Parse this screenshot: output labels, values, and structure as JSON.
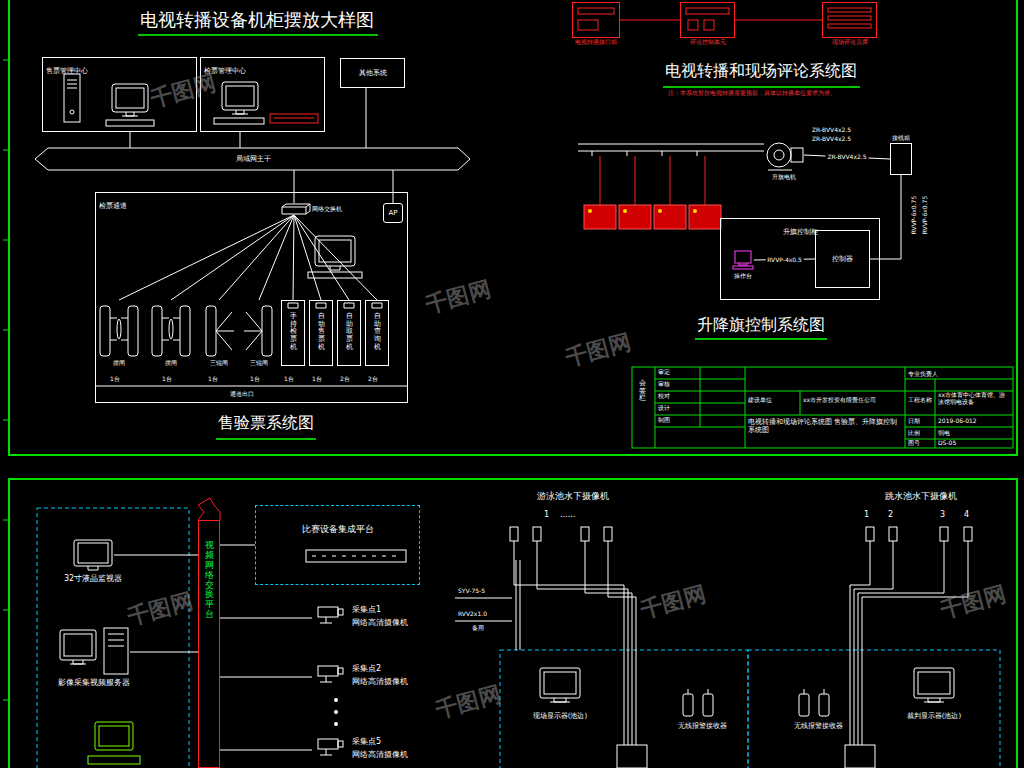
{
  "diagram": {
    "title": "电视转播设备机柜摆放大样图",
    "nodes": [
      {
        "text": [
          "售票管理中心"
        ]
      },
      {
        "text": [
          "检票管理中心"
        ]
      },
      {
        "text": [
          "其他系统"
        ]
      },
      {
        "text": [
          "局域网主干"
        ]
      },
      {
        "text": [
          "检票通道"
        ]
      },
      {
        "text": [
          "网络交换机"
        ],
        "in": 4
      },
      {
        "text": [
          "AP"
        ],
        "in": 4
      },
      {
        "text": [
          "摆闸"
        ],
        "in": 4
      },
      {
        "text": [
          "摆闸"
        ],
        "in": 4
      },
      {
        "text": [
          "三辊闸"
        ],
        "in": 4
      },
      {
        "text": [
          "三辊闸"
        ],
        "in": 4
      },
      {
        "text": [
          "手持检票机"
        ],
        "in": 4
      },
      {
        "text": [
          "自动售票机"
        ],
        "in": 4
      },
      {
        "text": [
          "自助取票机"
        ],
        "in": 4
      },
      {
        "text": [
          "自助查询机"
        ],
        "in": 4
      },
      {
        "text": [
          "电视转播接口箱"
        ]
      },
      {
        "text": [
          "评论控制单元"
        ]
      },
      {
        "text": [
          "现场评论员席"
        ]
      },
      {
        "text": [
          "升旗电机"
        ]
      },
      {
        "text": [
          "接线箱"
        ]
      },
      {
        "text": [
          "升旗控制柜"
        ]
      },
      {
        "text": [
          "控制器"
        ],
        "in": 20
      },
      {
        "text": [
          "操作台"
        ],
        "in": 20
      },
      {
        "text": [
          "32寸液晶监视器"
        ]
      },
      {
        "text": [
          "影像采集视频服务器"
        ]
      },
      {
        "text": [
          "视频网络交换平台"
        ]
      },
      {
        "text": [
          "比赛设备集成平台"
        ]
      },
      {
        "text": [
          "采集点1",
          "网络高清摄像机"
        ]
      },
      {
        "text": [
          "采集点2",
          "网络高清摄像机"
        ]
      },
      {
        "text": [
          "采集点5",
          "网络高清摄像机"
        ]
      },
      {
        "text": [
          "现场显示器(池边)"
        ]
      },
      {
        "text": [
          "无线报警接收器"
        ]
      },
      {
        "text": [
          "无线报警接收器"
        ]
      },
      {
        "text": [
          "裁判显示器(池边)"
        ]
      }
    ],
    "edges": [
      {
        "from": 0,
        "to": 3,
        "arrow": "none"
      },
      {
        "from": 1,
        "to": 3,
        "arrow": "none"
      },
      {
        "from": 2,
        "to": 3,
        "arrow": "none"
      },
      {
        "from": 3,
        "to": 5,
        "arrow": "none"
      },
      {
        "from": 3,
        "to": 6,
        "arrow": "none"
      },
      {
        "from": 5,
        "to": 7,
        "arrow": "none"
      },
      {
        "from": 5,
        "to": 8,
        "arrow": "none"
      },
      {
        "from": 5,
        "to": 9,
        "arrow": "none"
      },
      {
        "from": 5,
        "to": 10,
        "arrow": "none"
      },
      {
        "from": 5,
        "to": 11,
        "arrow": "none"
      },
      {
        "from": 5,
        "to": 12,
        "arrow": "none"
      },
      {
        "from": 5,
        "to": 13,
        "arrow": "none"
      },
      {
        "from": 5,
        "to": 14,
        "arrow": "none"
      },
      {
        "from": 15,
        "to": 16,
        "arrow": "none"
      },
      {
        "from": 16,
        "to": 17,
        "arrow": "none"
      },
      {
        "from": 18,
        "to": 19,
        "label": "ZR-BVV4x2.5",
        "arrow": "none"
      },
      {
        "from": 19,
        "to": 21,
        "arrow": "none"
      },
      {
        "from": 22,
        "to": 21,
        "label": "RVVP-4x0.5",
        "arrow": "none"
      },
      {
        "from": 23,
        "to": 25,
        "arrow": "none"
      },
      {
        "from": 24,
        "to": 25,
        "arrow": "none"
      },
      {
        "from": 26,
        "to": 25,
        "arrow": "none"
      },
      {
        "from": 27,
        "to": 25,
        "arrow": "none"
      },
      {
        "from": 28,
        "to": 25,
        "arrow": "none"
      },
      {
        "from": 29,
        "to": 25,
        "arrow": "none"
      }
    ],
    "labels": [
      "电视转播和现场评论系统图",
      "注：本系统暂按电视转播需要预留，具体以转播单位要求为准。",
      "升降旗控制系统图",
      "售验票系统图",
      "1台",
      "1台",
      "1台",
      "1台",
      "1台",
      "1台",
      "2台",
      "2台",
      "通道出口",
      "ZR-BVV4x2.5",
      "ZR-BVV4x2.5",
      "RVVP-6x0.75",
      "RVVP-6x0.75",
      "会签栏",
      "审定",
      "审核",
      "校对",
      "设计",
      "制图",
      "建设单位",
      "xx市开发投资有限责任公司",
      "工程名称",
      "xx市体育中心体育馆、游泳馆弱电设备",
      "电视转播和现场评论系统图 售验票、升降旗控制系统图",
      "日期",
      "2019-06-012",
      "比例",
      "弱电",
      "图号",
      "DS-05",
      "专业负责人",
      "游泳池水下摄像机",
      "跳水池水下摄像机",
      "1",
      "......",
      "1",
      "2",
      "3",
      "4",
      "SYV-75-5",
      "RVV2x1.0",
      "备用",
      "千图网",
      "千图网",
      "千图网",
      "千图网",
      "千图网",
      "千图网",
      "千图网"
    ]
  }
}
